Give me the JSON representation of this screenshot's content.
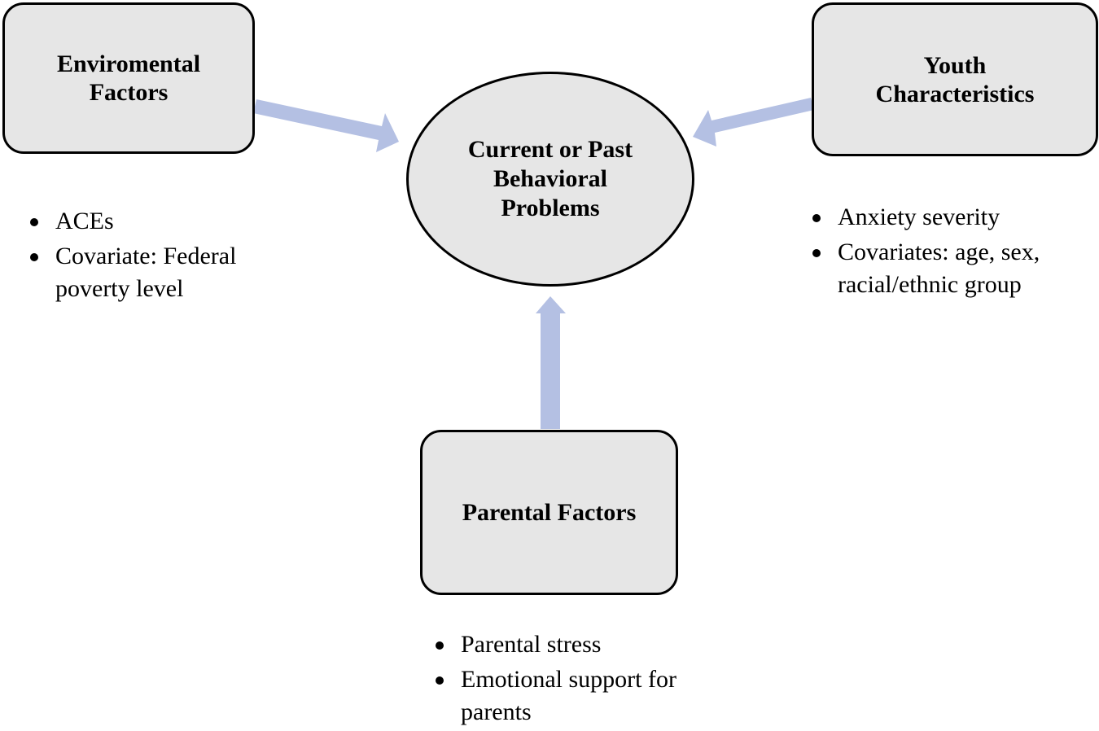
{
  "colors": {
    "arrow": "#b4c0e3",
    "node_fill": "#e6e6e6",
    "border": "#000000"
  },
  "center_node": {
    "lines": [
      "Current or Past",
      "Behavioral",
      "Problems"
    ]
  },
  "environmental": {
    "title_lines": [
      "Enviromental",
      "Factors"
    ],
    "bullets": [
      "ACEs",
      "Covariate: Federal poverty level"
    ]
  },
  "youth": {
    "title_lines": [
      "Youth",
      "Characteristics"
    ],
    "bullets": [
      "Anxiety severity",
      "Covariates: age, sex, racial/ethnic group"
    ]
  },
  "parental": {
    "title_lines": [
      "Parental Factors"
    ],
    "bullets": [
      "Parental stress",
      "Emotional support for parents"
    ]
  },
  "edges": [
    {
      "from": "environmental",
      "to": "center_node"
    },
    {
      "from": "youth",
      "to": "center_node"
    },
    {
      "from": "parental",
      "to": "center_node"
    }
  ]
}
